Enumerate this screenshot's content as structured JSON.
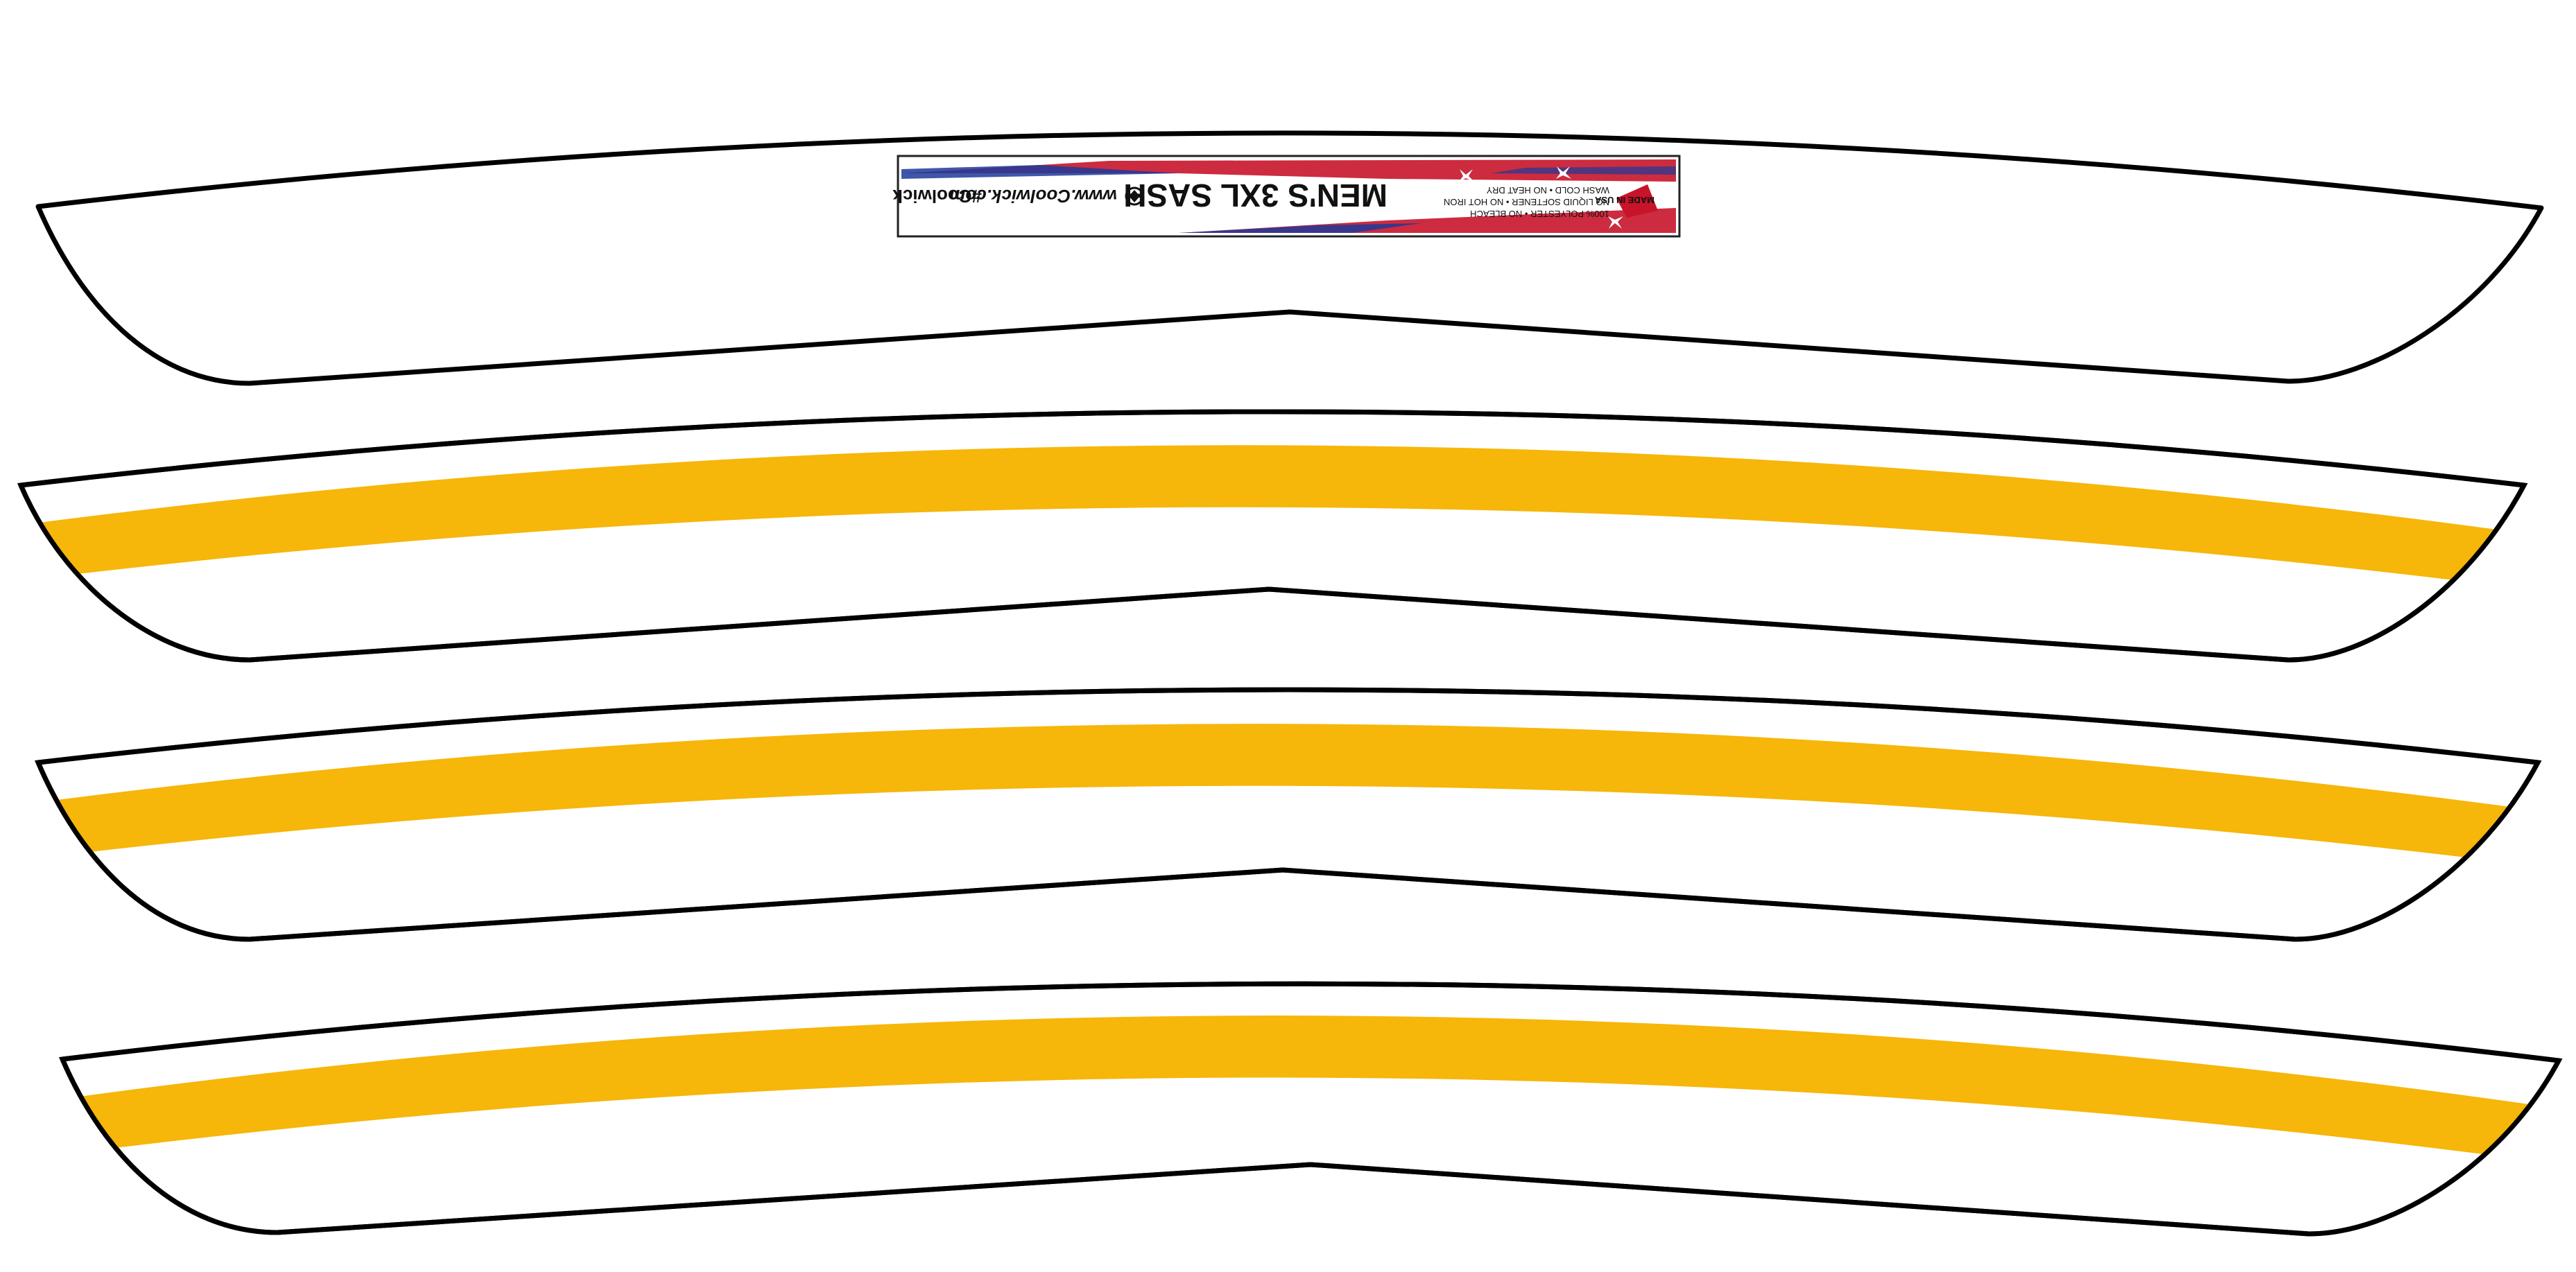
{
  "colors": {
    "outline": "#000000",
    "panel_fill": "#ffffff",
    "stripe": "#F6B60A",
    "flag_red": "#C8142A",
    "flag_blue": "#1D3A9A"
  },
  "panels": [
    {
      "name": "sash-panel-1",
      "has_stripe": false,
      "has_label": true
    },
    {
      "name": "sash-panel-2",
      "has_stripe": true,
      "has_label": false
    },
    {
      "name": "sash-panel-3",
      "has_stripe": true,
      "has_label": false
    },
    {
      "name": "sash-panel-4",
      "has_stripe": true,
      "has_label": false
    }
  ],
  "label": {
    "title": "MEN'S 3XL SASH",
    "care_line_1": "100% POLYESTER • NO BLEACH",
    "care_line_2": "NO LIQUID SOFTENER • NO HOT IRON",
    "care_line_3": "WASH COLD • NO HEAT DRY",
    "website": "www.Coolwick.com",
    "hashtag": "#Coolwick",
    "logo_text": "MADE IN USA",
    "mirrored": true
  }
}
